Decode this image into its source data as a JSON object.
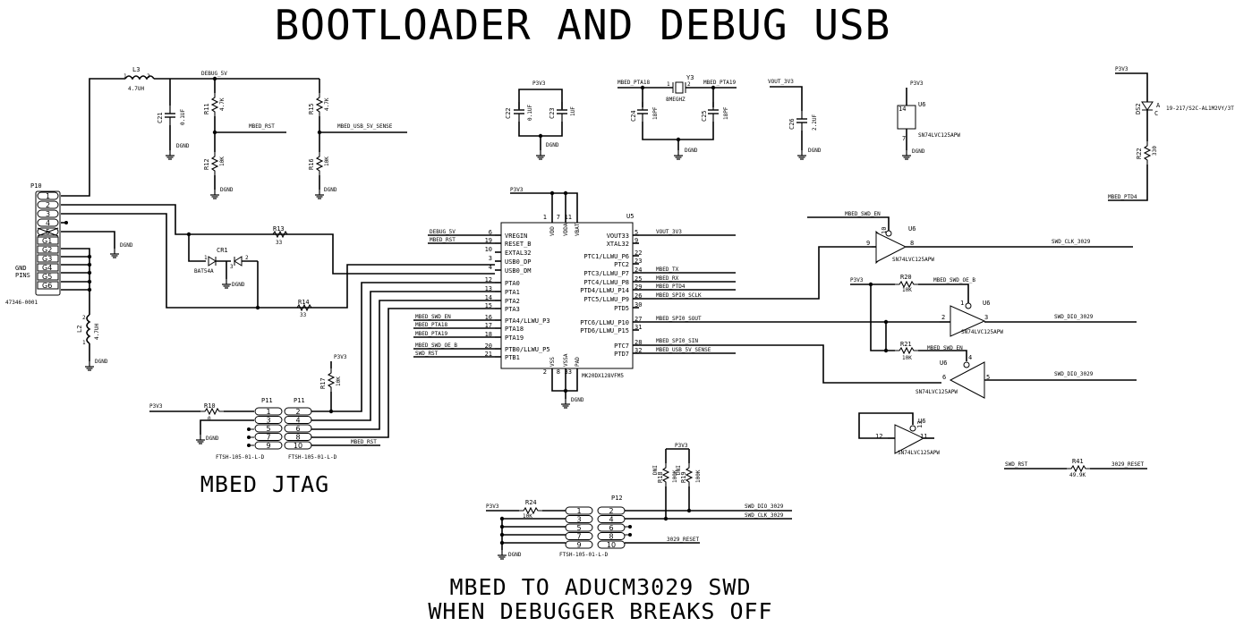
{
  "titles": {
    "main": "BOOTLOADER AND DEBUG USB",
    "jtag": "MBED JTAG",
    "swd_line1": "MBED TO ADUCM3029 SWD",
    "swd_line2": "WHEN DEBUGGER BREAKS OFF"
  },
  "power": {
    "p3v3": "P3V3",
    "dgnd": "DGND",
    "debug_5v": "DEBUG_5V",
    "vout_3v3": "VOUT_3V3"
  },
  "nets": {
    "mbed_rst": "MBED_RST",
    "usb_sense": "MBED_USB_5V_SENSE",
    "pta18": "MBED_PTA18",
    "pta19": "MBED_PTA19",
    "swd_en": "MBED_SWD_EN",
    "swd_oe_b": "MBED_SWD_OE_B",
    "swd_rst": "SWD_RST",
    "tx": "MBED_TX",
    "rx": "MBED_RX",
    "ptd4": "MBED_PTD4",
    "spi0_sclk": "MBED_SPI0_SCLK",
    "spi0_sout": "MBED_SPI0_SOUT",
    "spi0_sin": "MBED_SPI0_SIN",
    "swd_clk_3029": "SWD_CLK_3029",
    "swd_dio_3029": "SWD_DIO_3029",
    "reset_3029": "3029_RESET"
  },
  "parts": {
    "L3": {
      "ref": "L3",
      "value": "4.7UH"
    },
    "L2": {
      "ref": "L2",
      "value": "4.7UH"
    },
    "C21": {
      "ref": "C21",
      "value": "0.1UF"
    },
    "C22": {
      "ref": "C22",
      "value": "0.1UF"
    },
    "C23": {
      "ref": "C23",
      "value": "1UF"
    },
    "C24": {
      "ref": "C24",
      "value": "18PF"
    },
    "C25": {
      "ref": "C25",
      "value": "18PF"
    },
    "C26": {
      "ref": "C26",
      "value": "2.2UF"
    },
    "R11": {
      "ref": "R11",
      "value": "4.7K"
    },
    "R12": {
      "ref": "R12",
      "value": "10K"
    },
    "R13": {
      "ref": "R13",
      "value": "33"
    },
    "R14": {
      "ref": "R14",
      "value": "33"
    },
    "R15": {
      "ref": "R15",
      "value": "4.7K"
    },
    "R16": {
      "ref": "R16",
      "value": "10K"
    },
    "R17": {
      "ref": "R17",
      "value": "10K"
    },
    "R10": {
      "ref": "R10",
      "value": "0"
    },
    "R18": {
      "ref": "R18",
      "value": "100K"
    },
    "R19": {
      "ref": "R19",
      "value": "100K"
    },
    "R20": {
      "ref": "R20",
      "value": "10K"
    },
    "R21": {
      "ref": "R21",
      "value": "10K"
    },
    "R22": {
      "ref": "R22",
      "value": "330"
    },
    "R24": {
      "ref": "R24",
      "value": "10K"
    },
    "R41": {
      "ref": "R41",
      "value": "49.9K"
    },
    "Y3": {
      "ref": "Y3",
      "value": "8MEGHZ"
    },
    "CR1": {
      "ref": "CR1",
      "value": "BAT54A"
    },
    "DS2": {
      "ref": "DS2",
      "value": "19-217/S2C-AL1M2VY/3T"
    },
    "U5": {
      "ref": "U5",
      "value": "MK20DX128VFM5"
    },
    "U6": {
      "ref": "U6",
      "value": "SN74LVC125APW"
    },
    "P10": {
      "ref": "P10",
      "value": "47346-0001"
    },
    "P11": {
      "ref": "P11",
      "value": "FTSH-105-01-L-D"
    },
    "P12": {
      "ref": "P12",
      "value": "FTSH-105-01-L-D"
    }
  },
  "p10": {
    "pins": [
      "1",
      "2",
      "3",
      "4",
      "5"
    ],
    "gnd_pins": [
      "G1",
      "G2",
      "G3",
      "G4",
      "G5",
      "G6"
    ],
    "gnd_label_1": "GND",
    "gnd_label_2": "PINS"
  },
  "u5": {
    "top_pins": [
      {
        "num": "1",
        "name": "VDD"
      },
      {
        "num": "7",
        "name": "VDDA"
      },
      {
        "num": "11",
        "name": "VBAT"
      }
    ],
    "bottom_pins": [
      {
        "num": "2",
        "name": "VSS"
      },
      {
        "num": "8",
        "name": "VSSA"
      },
      {
        "num": "33",
        "name": "PAD"
      }
    ],
    "left_pins": [
      {
        "num": "6",
        "name": "VREGIN"
      },
      {
        "num": "19",
        "name": "RESET_B"
      },
      {
        "num": "10",
        "name": "EXTAL32"
      },
      {
        "num": "3",
        "name": "USB0_DP"
      },
      {
        "num": "4",
        "name": "USB0_DM"
      },
      {
        "num": "12",
        "name": "PTA0"
      },
      {
        "num": "13",
        "name": "PTA1"
      },
      {
        "num": "14",
        "name": "PTA2"
      },
      {
        "num": "15",
        "name": "PTA3"
      },
      {
        "num": "16",
        "name": "PTA4/LLWU_P3"
      },
      {
        "num": "17",
        "name": "PTA18"
      },
      {
        "num": "18",
        "name": "PTA19"
      },
      {
        "num": "20",
        "name": "PTB0/LLWU_P5"
      },
      {
        "num": "21",
        "name": "PTB1"
      }
    ],
    "right_pins": [
      {
        "num": "5",
        "name": "VOUT33"
      },
      {
        "num": "9",
        "name": "XTAL32"
      },
      {
        "num": "22",
        "name": "PTC1/LLWU_P6"
      },
      {
        "num": "23",
        "name": "PTC2"
      },
      {
        "num": "24",
        "name": "PTC3/LLWU_P7"
      },
      {
        "num": "25",
        "name": "PTC4/LLWU_P8"
      },
      {
        "num": "29",
        "name": "PTD4/LLWU_P14"
      },
      {
        "num": "26",
        "name": "PTC5/LLWU_P9"
      },
      {
        "num": "30",
        "name": "PTD5"
      },
      {
        "num": "27",
        "name": "PTC6/LLWU_P10"
      },
      {
        "num": "31",
        "name": "PTD6/LLWU_P15"
      },
      {
        "num": "28",
        "name": "PTC7"
      },
      {
        "num": "32",
        "name": "PTD7"
      }
    ]
  },
  "p11": {
    "left_pins": [
      "1",
      "3",
      "5",
      "7",
      "9"
    ],
    "right_pins": [
      "2",
      "4",
      "6",
      "8",
      "10"
    ]
  },
  "p12": {
    "left_pins": [
      "1",
      "3",
      "5",
      "7",
      "9"
    ],
    "right_pins": [
      "2",
      "4",
      "6",
      "8",
      "10"
    ]
  },
  "pin_numbers": {
    "l3_1": "1",
    "l3_2": "2",
    "l2_1": "1",
    "l2_2": "2",
    "cr1_1": "1",
    "cr1_2": "2",
    "cr1_3": "3",
    "y3_1": "1",
    "y3_2": "2",
    "u6a_10": "10",
    "u6a_9": "9",
    "u6a_8": "8",
    "u6b_1": "1",
    "u6b_2": "2",
    "u6b_3": "3",
    "u6c_4": "4",
    "u6c_6": "6",
    "u6c_5": "5",
    "u6d_13": "13",
    "u6d_12": "12",
    "u6d_11": "11",
    "u6_14": "14",
    "u6_7": "7",
    "ds2_c": "C",
    "ds2_a": "A",
    "r18_dni": "DNI",
    "r19_dni": "DNI"
  }
}
